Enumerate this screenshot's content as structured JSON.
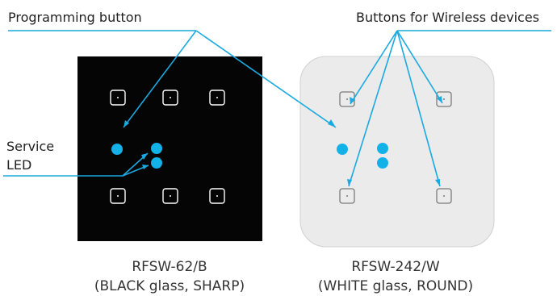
{
  "labels": {
    "programming": "Programming button",
    "wireless": "Buttons for Wireless devices",
    "service_line1": "Service",
    "service_line2": "LED"
  },
  "devices": [
    {
      "model": "RFSW-62/B",
      "desc": "(BLACK glass, SHARP)",
      "glass": "#050505"
    },
    {
      "model": "RFSW-242/W",
      "desc": "(WHITE glass, ROUND)",
      "glass": "#ebebec"
    }
  ],
  "colors": {
    "accent": "#12b2e8",
    "line": "#1aa9e0"
  }
}
